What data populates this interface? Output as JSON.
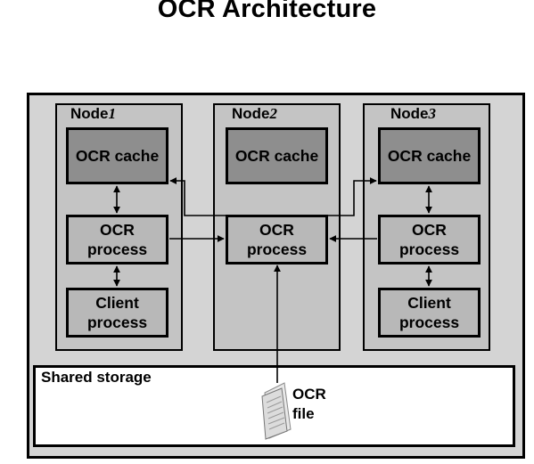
{
  "title": "OCR Architecture",
  "nodes": [
    {
      "name": "Node",
      "index": "1",
      "cache": "OCR cache",
      "process": "OCR\nprocess",
      "client": "Client\nprocess"
    },
    {
      "name": "Node",
      "index": "2",
      "cache": "OCR cache",
      "process": "OCR\nprocess"
    },
    {
      "name": "Node",
      "index": "3",
      "cache": "OCR cache",
      "process": "OCR\nprocess",
      "client": "Client\nprocess"
    }
  ],
  "shared_storage": {
    "label": "Shared storage",
    "file_label": "OCR\nfile"
  },
  "colors": {
    "cache_fill": "#8e8e8e",
    "process_fill": "#b8b8b8",
    "node_fill": "#c4c4c4",
    "outer_fill": "#d4d4d4"
  }
}
